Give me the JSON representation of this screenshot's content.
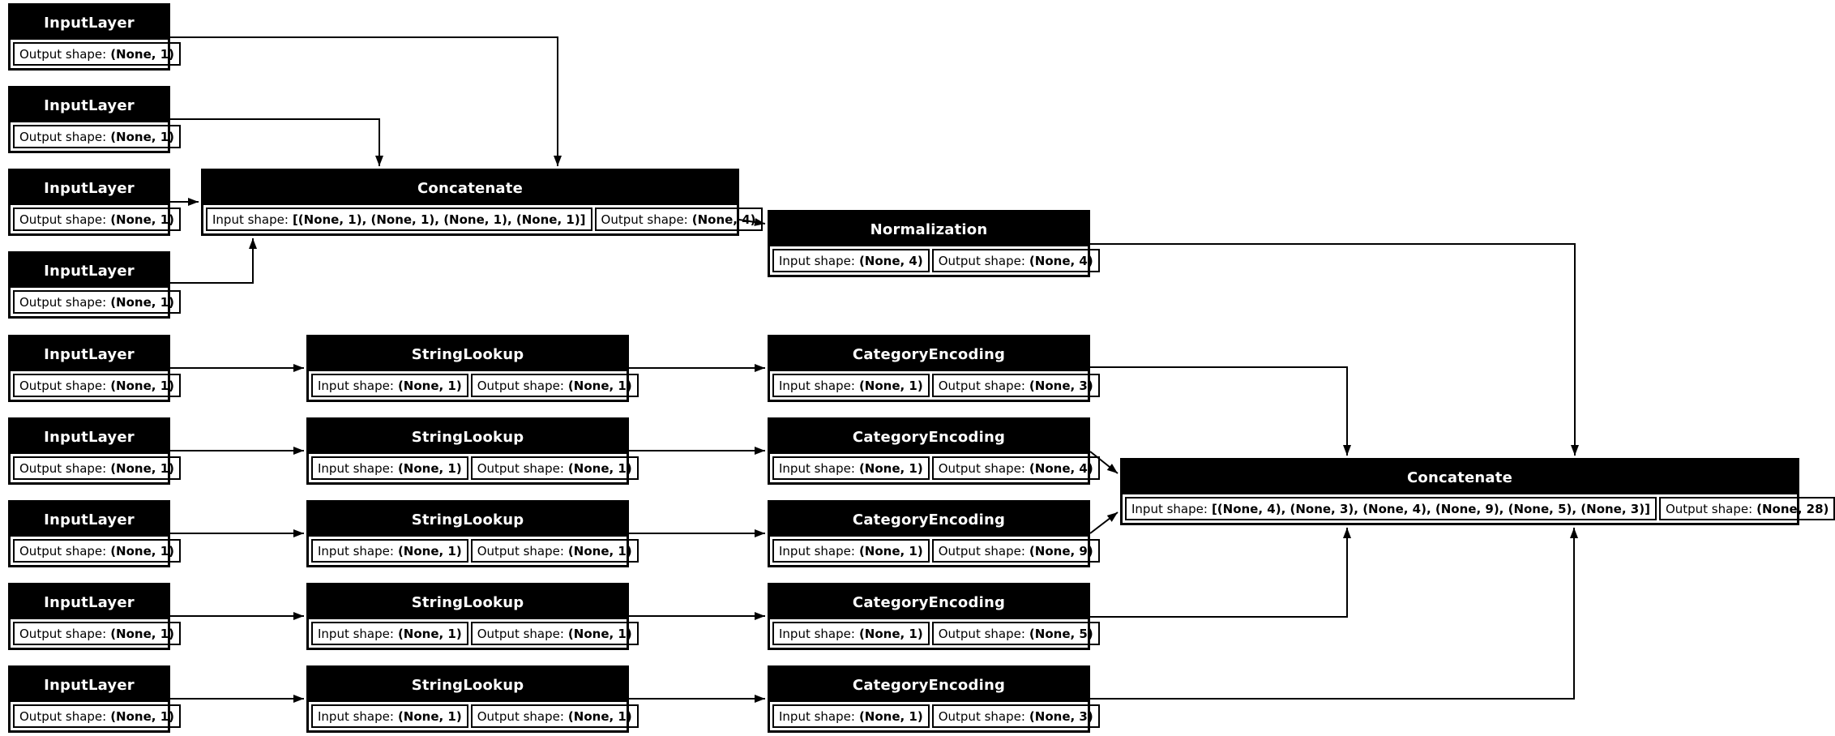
{
  "diagram": {
    "kind": "keras-model-architecture-plot",
    "colors": {
      "node_header_fill": "#000000",
      "node_header_text": "#ffffff",
      "cell_background": "#ffffff",
      "cell_text": "#000000",
      "border": "#000000",
      "edge": "#000000",
      "background": "#ffffff"
    }
  },
  "nodes": [
    {
      "id": "input_layer_1",
      "title": "InputLayer",
      "cells": [
        {
          "label": "Output shape:",
          "value": "(None, 1)"
        }
      ]
    },
    {
      "id": "input_layer_2",
      "title": "InputLayer",
      "cells": [
        {
          "label": "Output shape:",
          "value": "(None, 1)"
        }
      ]
    },
    {
      "id": "input_layer_3",
      "title": "InputLayer",
      "cells": [
        {
          "label": "Output shape:",
          "value": "(None, 1)"
        }
      ]
    },
    {
      "id": "input_layer_4",
      "title": "InputLayer",
      "cells": [
        {
          "label": "Output shape:",
          "value": "(None, 1)"
        }
      ]
    },
    {
      "id": "concatenate_1",
      "title": "Concatenate",
      "cells": [
        {
          "label": "Input shape:",
          "value": "[(None, 1), (None, 1), (None, 1), (None, 1)]"
        },
        {
          "label": "Output shape:",
          "value": "(None, 4)"
        }
      ]
    },
    {
      "id": "normalization",
      "title": "Normalization",
      "cells": [
        {
          "label": "Input shape:",
          "value": "(None, 4)"
        },
        {
          "label": "Output shape:",
          "value": "(None, 4)"
        }
      ]
    },
    {
      "id": "input_layer_5",
      "title": "InputLayer",
      "cells": [
        {
          "label": "Output shape:",
          "value": "(None, 1)"
        }
      ]
    },
    {
      "id": "string_lookup_1",
      "title": "StringLookup",
      "cells": [
        {
          "label": "Input shape:",
          "value": "(None, 1)"
        },
        {
          "label": "Output shape:",
          "value": "(None, 1)"
        }
      ]
    },
    {
      "id": "category_encoding_1",
      "title": "CategoryEncoding",
      "cells": [
        {
          "label": "Input shape:",
          "value": "(None, 1)"
        },
        {
          "label": "Output shape:",
          "value": "(None, 3)"
        }
      ]
    },
    {
      "id": "input_layer_6",
      "title": "InputLayer",
      "cells": [
        {
          "label": "Output shape:",
          "value": "(None, 1)"
        }
      ]
    },
    {
      "id": "string_lookup_2",
      "title": "StringLookup",
      "cells": [
        {
          "label": "Input shape:",
          "value": "(None, 1)"
        },
        {
          "label": "Output shape:",
          "value": "(None, 1)"
        }
      ]
    },
    {
      "id": "category_encoding_2",
      "title": "CategoryEncoding",
      "cells": [
        {
          "label": "Input shape:",
          "value": "(None, 1)"
        },
        {
          "label": "Output shape:",
          "value": "(None, 4)"
        }
      ]
    },
    {
      "id": "input_layer_7",
      "title": "InputLayer",
      "cells": [
        {
          "label": "Output shape:",
          "value": "(None, 1)"
        }
      ]
    },
    {
      "id": "string_lookup_3",
      "title": "StringLookup",
      "cells": [
        {
          "label": "Input shape:",
          "value": "(None, 1)"
        },
        {
          "label": "Output shape:",
          "value": "(None, 1)"
        }
      ]
    },
    {
      "id": "category_encoding_3",
      "title": "CategoryEncoding",
      "cells": [
        {
          "label": "Input shape:",
          "value": "(None, 1)"
        },
        {
          "label": "Output shape:",
          "value": "(None, 9)"
        }
      ]
    },
    {
      "id": "input_layer_8",
      "title": "InputLayer",
      "cells": [
        {
          "label": "Output shape:",
          "value": "(None, 1)"
        }
      ]
    },
    {
      "id": "string_lookup_4",
      "title": "StringLookup",
      "cells": [
        {
          "label": "Input shape:",
          "value": "(None, 1)"
        },
        {
          "label": "Output shape:",
          "value": "(None, 1)"
        }
      ]
    },
    {
      "id": "category_encoding_4",
      "title": "CategoryEncoding",
      "cells": [
        {
          "label": "Input shape:",
          "value": "(None, 1)"
        },
        {
          "label": "Output shape:",
          "value": "(None, 5)"
        }
      ]
    },
    {
      "id": "input_layer_9",
      "title": "InputLayer",
      "cells": [
        {
          "label": "Output shape:",
          "value": "(None, 1)"
        }
      ]
    },
    {
      "id": "string_lookup_5",
      "title": "StringLookup",
      "cells": [
        {
          "label": "Input shape:",
          "value": "(None, 1)"
        },
        {
          "label": "Output shape:",
          "value": "(None, 1)"
        }
      ]
    },
    {
      "id": "category_encoding_5",
      "title": "CategoryEncoding",
      "cells": [
        {
          "label": "Input shape:",
          "value": "(None, 1)"
        },
        {
          "label": "Output shape:",
          "value": "(None, 3)"
        }
      ]
    },
    {
      "id": "concatenate_2",
      "title": "Concatenate",
      "cells": [
        {
          "label": "Input shape:",
          "value": "[(None, 4), (None, 3), (None, 4), (None, 9), (None, 5), (None, 3)]"
        },
        {
          "label": "Output shape:",
          "value": "(None, 28)"
        }
      ]
    }
  ],
  "edges": [
    {
      "from": "input_layer_1",
      "to": "concatenate_1"
    },
    {
      "from": "input_layer_2",
      "to": "concatenate_1"
    },
    {
      "from": "input_layer_3",
      "to": "concatenate_1"
    },
    {
      "from": "input_layer_4",
      "to": "concatenate_1"
    },
    {
      "from": "concatenate_1",
      "to": "normalization"
    },
    {
      "from": "normalization",
      "to": "concatenate_2"
    },
    {
      "from": "input_layer_5",
      "to": "string_lookup_1"
    },
    {
      "from": "string_lookup_1",
      "to": "category_encoding_1"
    },
    {
      "from": "category_encoding_1",
      "to": "concatenate_2"
    },
    {
      "from": "input_layer_6",
      "to": "string_lookup_2"
    },
    {
      "from": "string_lookup_2",
      "to": "category_encoding_2"
    },
    {
      "from": "category_encoding_2",
      "to": "concatenate_2"
    },
    {
      "from": "input_layer_7",
      "to": "string_lookup_3"
    },
    {
      "from": "string_lookup_3",
      "to": "category_encoding_3"
    },
    {
      "from": "category_encoding_3",
      "to": "concatenate_2"
    },
    {
      "from": "input_layer_8",
      "to": "string_lookup_4"
    },
    {
      "from": "string_lookup_4",
      "to": "category_encoding_4"
    },
    {
      "from": "category_encoding_4",
      "to": "concatenate_2"
    },
    {
      "from": "input_layer_9",
      "to": "string_lookup_5"
    },
    {
      "from": "string_lookup_5",
      "to": "category_encoding_5"
    },
    {
      "from": "category_encoding_5",
      "to": "concatenate_2"
    }
  ]
}
